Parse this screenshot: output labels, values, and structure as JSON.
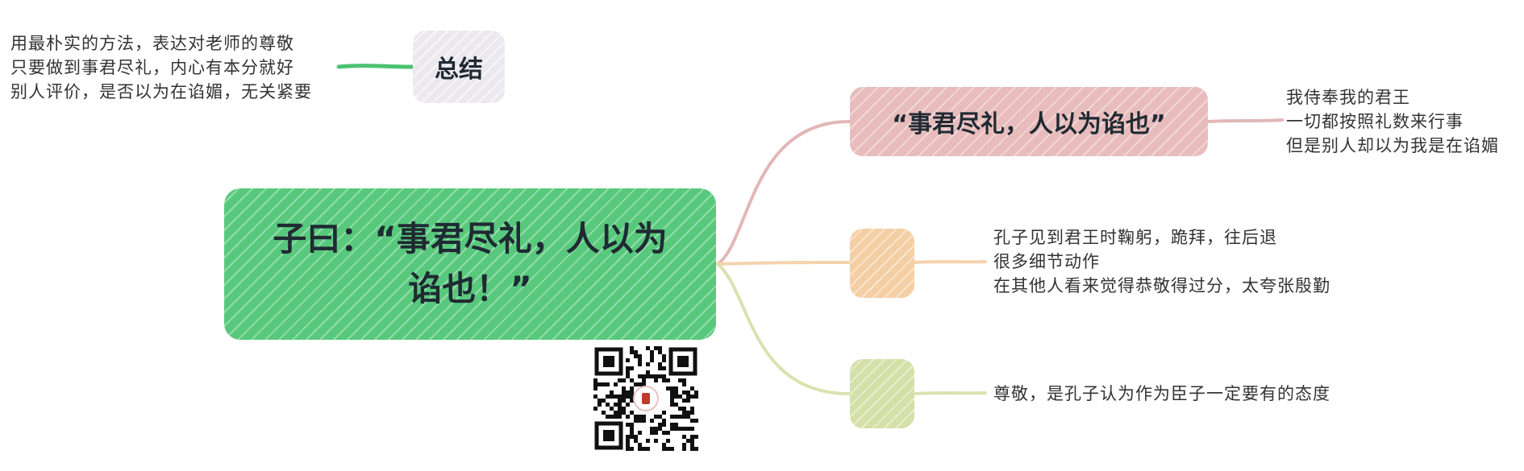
{
  "central": {
    "title": "子曰：“事君尽礼，人以为谄也！”",
    "color": "#58c97c"
  },
  "summary": {
    "title": "总结",
    "notes": [
      "用最朴实的方法，表达对老师的尊敬",
      "只要做到事君尽礼，内心有本分就好",
      "别人评价，是否以为在谄媚，无关紧要"
    ],
    "color": "#ebe9ee",
    "edge_color": "#4cc272"
  },
  "topics": [
    {
      "title": "“事君尽礼，人以为谄也”",
      "notes": [
        "我侍奉我的君王",
        "一切都按照礼数来行事",
        "但是别人却以为我是在谄媚"
      ],
      "color": "#e8bcbc",
      "edge_color": "#e2b7b7"
    },
    {
      "title": "",
      "notes": [
        "孔子见到君王时鞠躬，跪拜，往后退",
        "很多细节动作",
        "在其他人看来觉得恭敬得过分，太夸张殷勤"
      ],
      "color": "#f5cfa4",
      "edge_color": "#f5d3ad"
    },
    {
      "title": "",
      "notes": [
        "尊敬，是孔子认为作为臣子一定要有的态度"
      ],
      "color": "#d5dfa8",
      "edge_color": "#d9e2b0"
    }
  ],
  "qr": {
    "icon": "qr-code-icon"
  }
}
